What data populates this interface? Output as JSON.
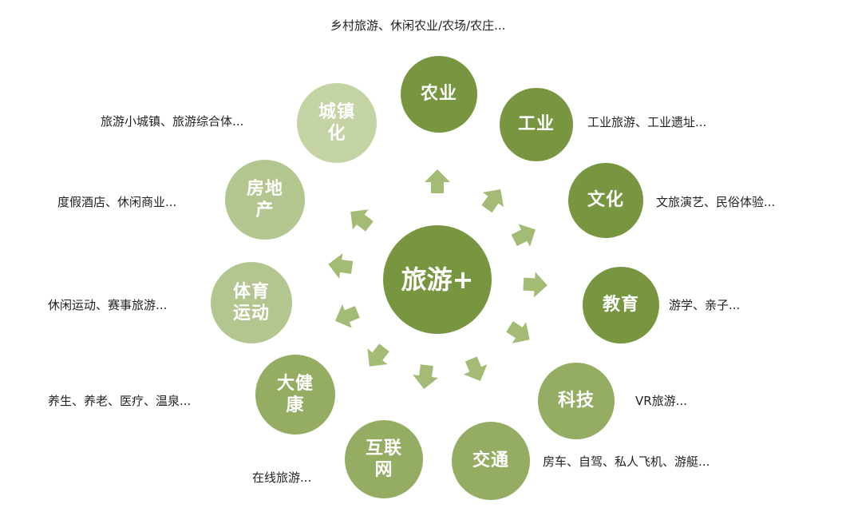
{
  "colors": {
    "dark": "#77963f",
    "mid": "#94ad63",
    "light": "#b4c690",
    "lighter": "#c4d3a4",
    "arrow": "#a4bb76"
  },
  "center": {
    "label": "旅游+"
  },
  "sectors": [
    {
      "id": "agriculture",
      "label": "农业",
      "desc": "乡村旅游、休闲农业/农场/农庄...",
      "tone": "dark"
    },
    {
      "id": "industry",
      "label": "工业",
      "desc": "工业旅游、工业遗址...",
      "tone": "dark"
    },
    {
      "id": "culture",
      "label": "文化",
      "desc": "文旅演艺、民俗体验...",
      "tone": "dark"
    },
    {
      "id": "education",
      "label": "教育",
      "desc": "游学、亲子...",
      "tone": "dark"
    },
    {
      "id": "technology",
      "label": "科技",
      "desc": "VR旅游...",
      "tone": "mid"
    },
    {
      "id": "transport",
      "label": "交通",
      "desc": "房车、自驾、私人飞机、游艇...",
      "tone": "mid"
    },
    {
      "id": "internet",
      "label": "互联\n网",
      "desc": "在线旅游...",
      "tone": "mid"
    },
    {
      "id": "health",
      "label": "大健\n康",
      "desc": "养生、养老、医疗、温泉...",
      "tone": "mid"
    },
    {
      "id": "sports",
      "label": "体育\n运动",
      "desc": "休闲运动、赛事旅游...",
      "tone": "light"
    },
    {
      "id": "real-estate",
      "label": "房地\n产",
      "desc": "度假酒店、休闲商业...",
      "tone": "light"
    },
    {
      "id": "urbanization",
      "label": "城镇\n化",
      "desc": "旅游小城镇、旅游综合体...",
      "tone": "lighter"
    }
  ]
}
